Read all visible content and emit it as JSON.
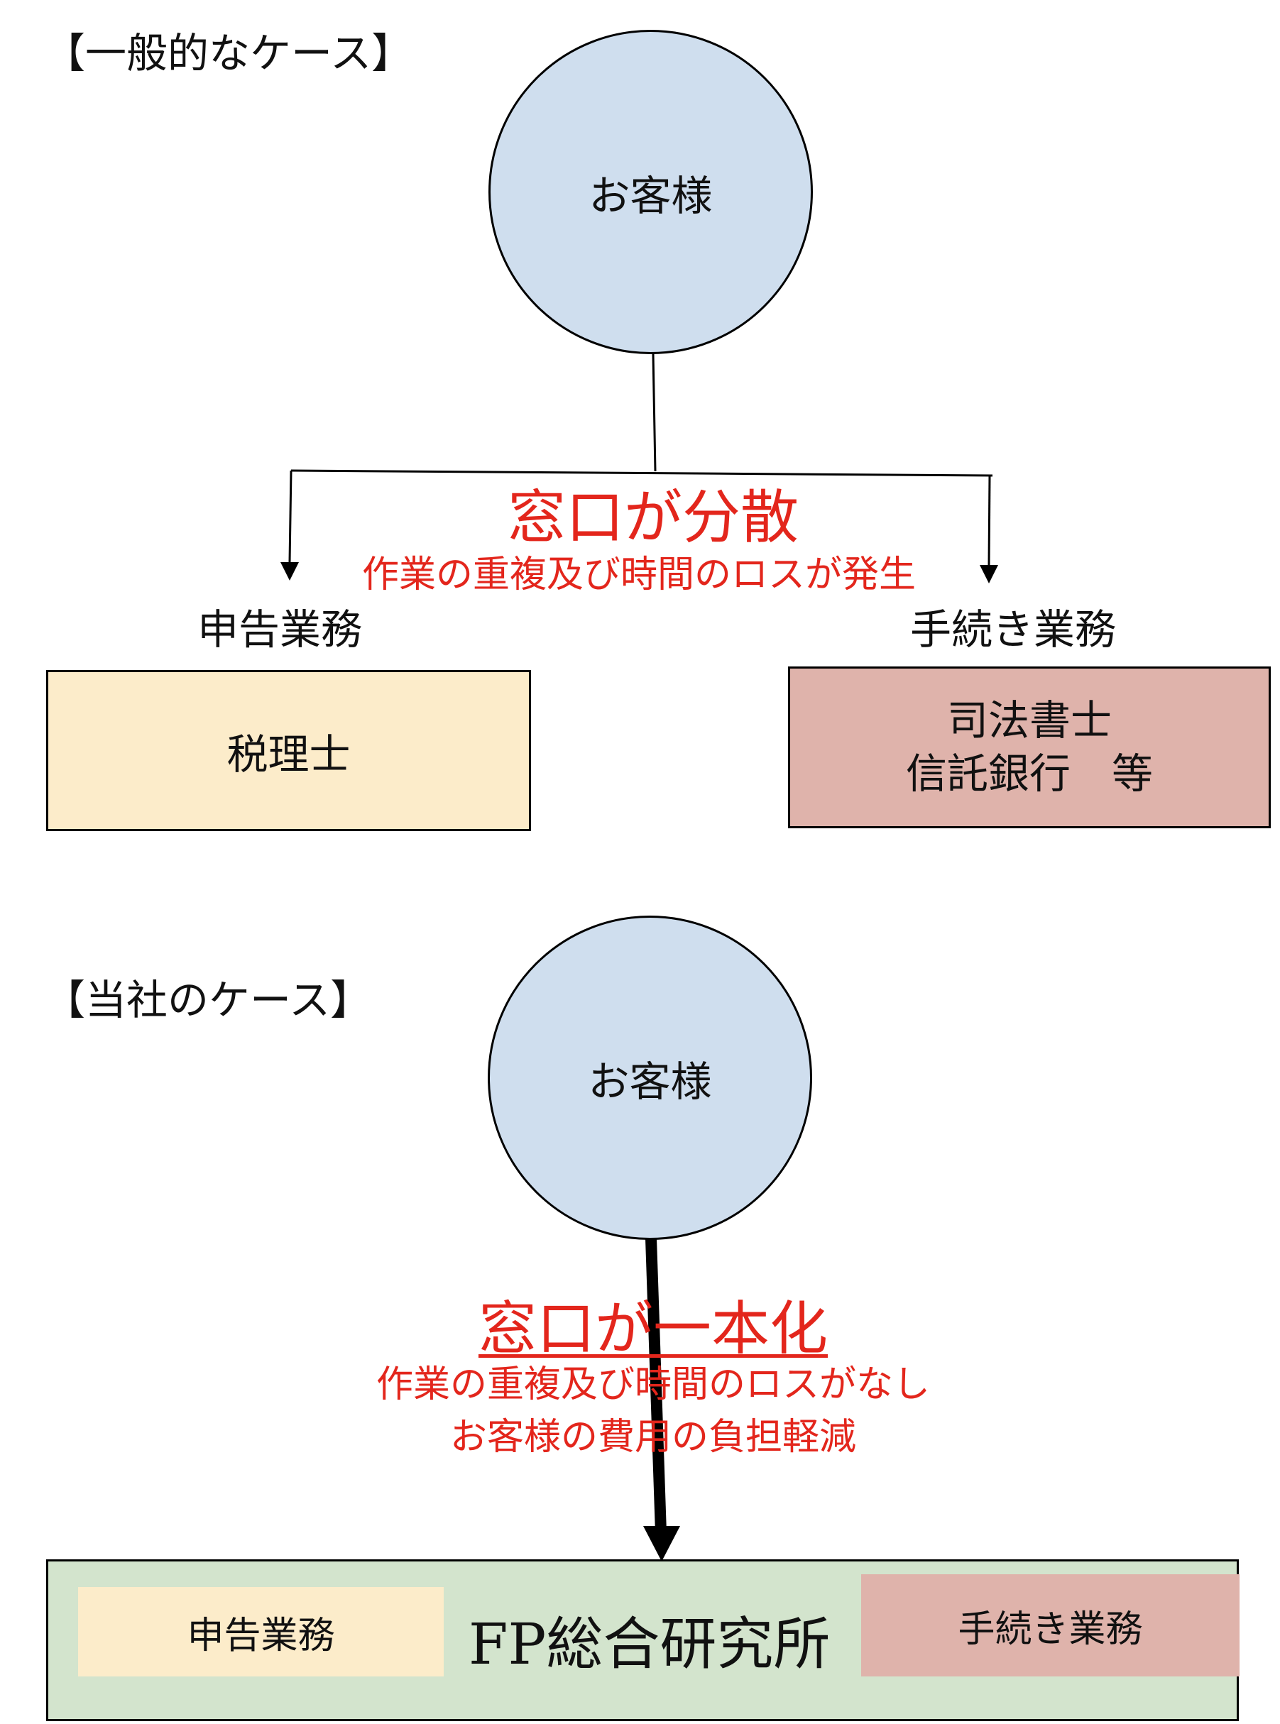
{
  "general": {
    "heading": "【一般的なケース】",
    "customer": "お客様",
    "issue_title": "窓口が分散",
    "issue_desc": "作業の重複及び時間のロスが発生",
    "left_label": "申告業務",
    "right_label": "手続き業務",
    "left_box": "税理士",
    "right_box_line1": "司法書士",
    "right_box_line2": "信託銀行　等"
  },
  "ours": {
    "heading": "【当社のケース】",
    "customer": "お客様",
    "merit_title": "窓口が一本化",
    "merit_desc1": "作業の重複及び時間のロスがなし",
    "merit_desc2": "お客様の費用の負担軽減",
    "company": "FP総合研究所",
    "left_inner": "申告業務",
    "right_inner": "手続き業務"
  },
  "colors": {
    "circle": "#cfdeee",
    "tax_box": "#fcecca",
    "procedure_box": "#dfb3ab",
    "company_box": "#d3e4cd",
    "accent_red": "#e3261c"
  }
}
